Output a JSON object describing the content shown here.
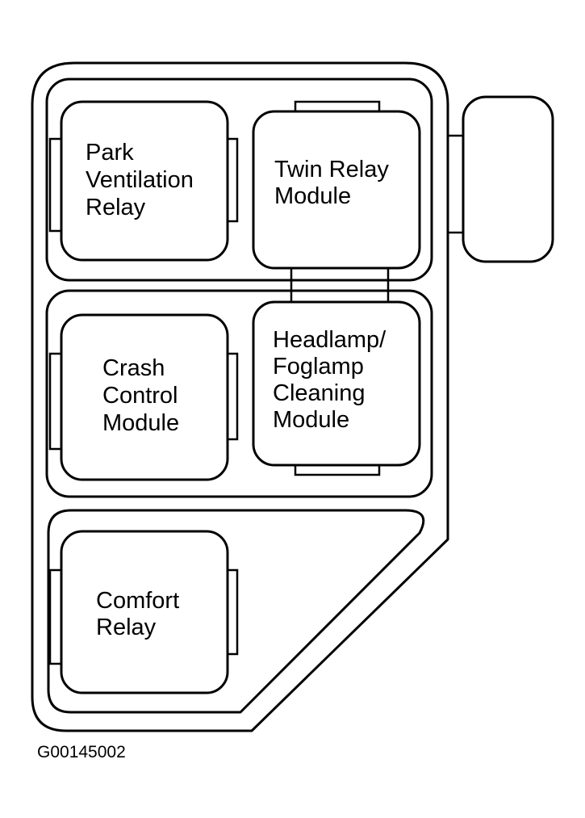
{
  "diagram": {
    "modules": {
      "park_ventilation_relay": [
        "Park",
        "Ventilation",
        "Relay"
      ],
      "twin_relay_module": [
        "Twin Relay",
        "Module"
      ],
      "crash_control_module": [
        "Crash",
        "Control",
        "Module"
      ],
      "headlamp_foglamp_cleaning_module": [
        "Headlamp/",
        "Foglamp",
        "Cleaning",
        "Module"
      ],
      "comfort_relay": [
        "Comfort",
        "Relay"
      ]
    },
    "figure_code": "G00145002",
    "colors": {
      "line": "#000000",
      "background": "#ffffff"
    }
  }
}
